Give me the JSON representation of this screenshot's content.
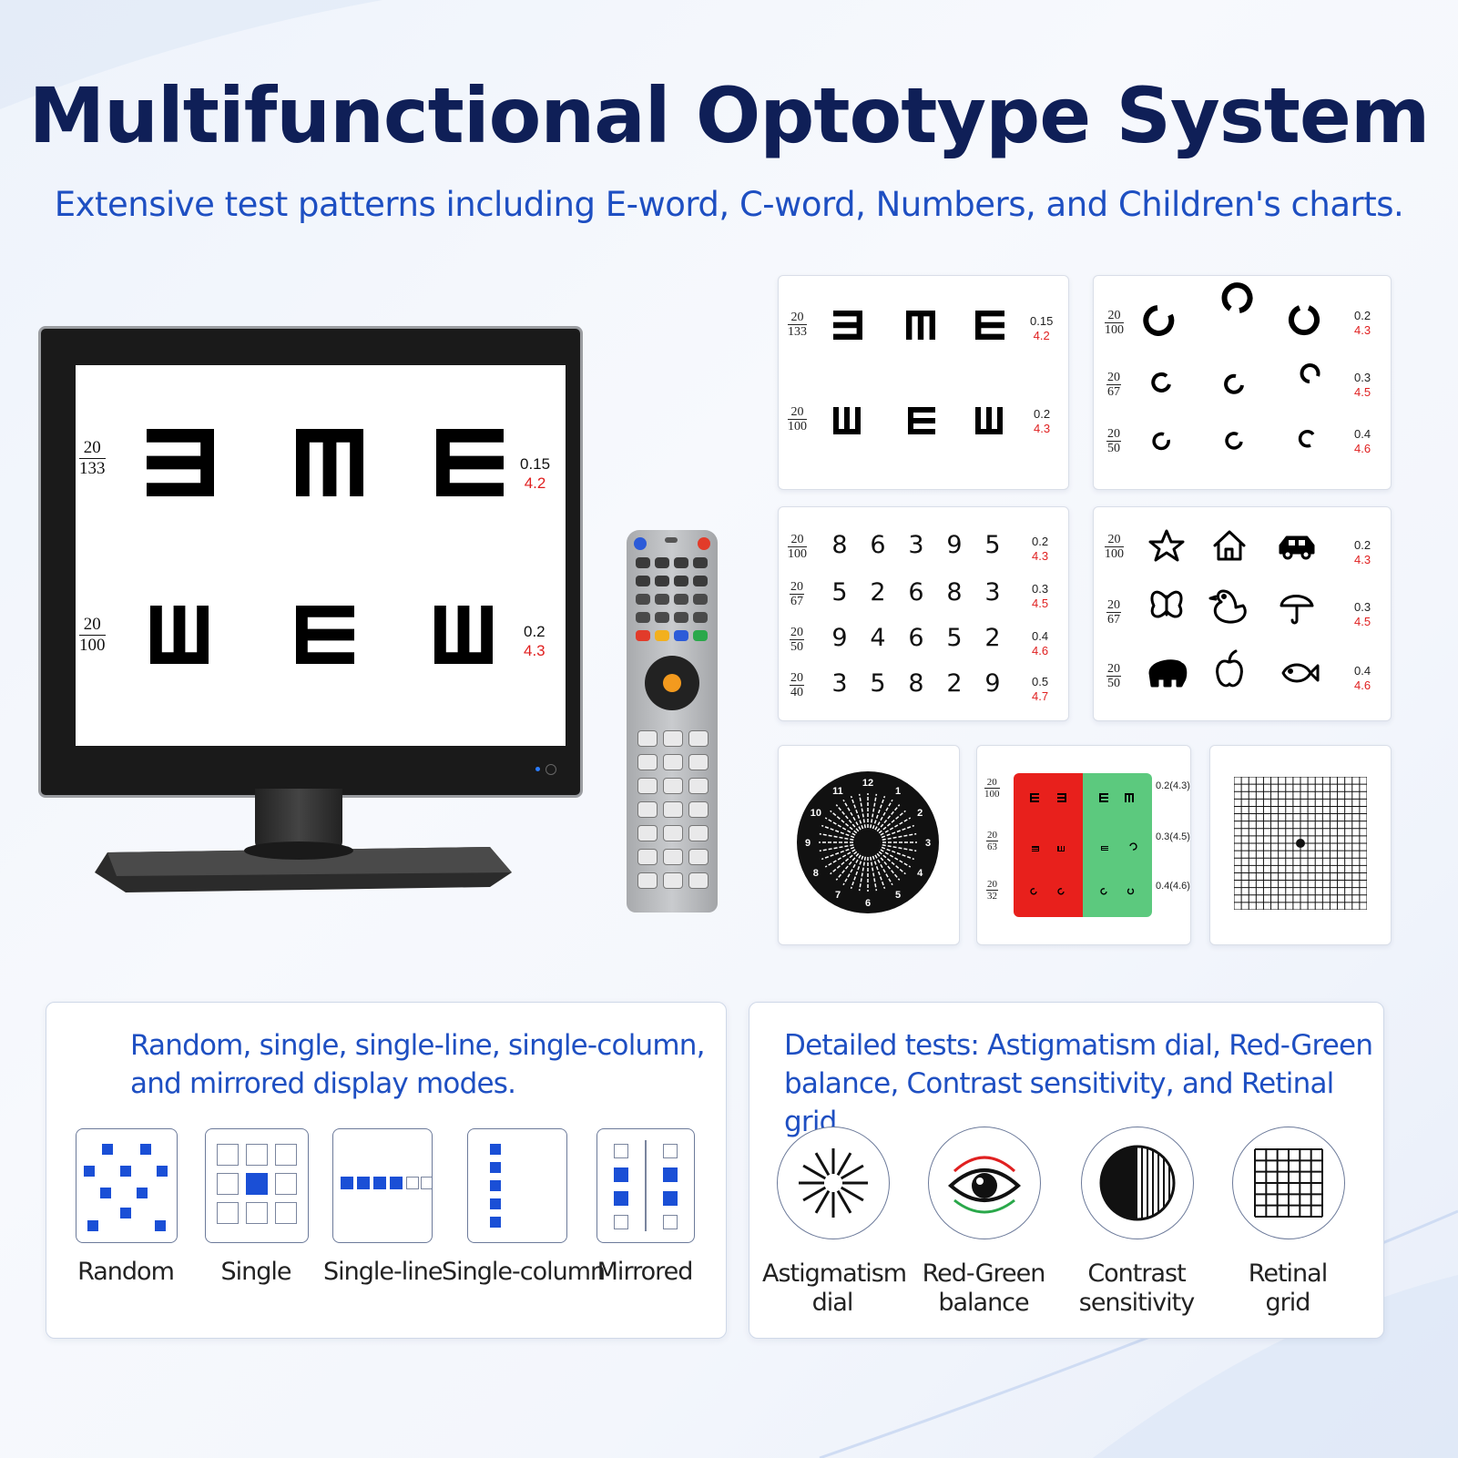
{
  "header": {
    "title": "Multifunctional Optotype System",
    "subtitle": "Extensive test patterns including E-word, C-word, Numbers, and Children's charts."
  },
  "monitor_chart": {
    "rows": [
      {
        "snellen_num": "20",
        "snellen_den": "133",
        "decimal": "0.15",
        "log": "4.2"
      },
      {
        "snellen_num": "20",
        "snellen_den": "100",
        "decimal": "0.2",
        "log": "4.3"
      }
    ]
  },
  "e_chart": {
    "rows": [
      {
        "snellen_num": "20",
        "snellen_den": "133",
        "decimal": "0.15",
        "log": "4.2"
      },
      {
        "snellen_num": "20",
        "snellen_den": "100",
        "decimal": "0.2",
        "log": "4.3"
      }
    ]
  },
  "c_chart": {
    "rows": [
      {
        "snellen_num": "20",
        "snellen_den": "100",
        "decimal": "0.2",
        "log": "4.3"
      },
      {
        "snellen_num": "20",
        "snellen_den": "67",
        "decimal": "0.3",
        "log": "4.5"
      },
      {
        "snellen_num": "20",
        "snellen_den": "50",
        "decimal": "0.4",
        "log": "4.6"
      }
    ]
  },
  "number_chart": {
    "rows": [
      {
        "snellen_num": "20",
        "snellen_den": "100",
        "decimal": "0.2",
        "log": "4.3",
        "digits": [
          "8",
          "6",
          "3",
          "9",
          "5"
        ]
      },
      {
        "snellen_num": "20",
        "snellen_den": "67",
        "decimal": "0.3",
        "log": "4.5",
        "digits": [
          "5",
          "2",
          "6",
          "8",
          "3"
        ]
      },
      {
        "snellen_num": "20",
        "snellen_den": "50",
        "decimal": "0.4",
        "log": "4.6",
        "digits": [
          "9",
          "4",
          "6",
          "5",
          "2"
        ]
      },
      {
        "snellen_num": "20",
        "snellen_den": "40",
        "decimal": "0.5",
        "log": "4.7",
        "digits": [
          "3",
          "5",
          "8",
          "2",
          "9"
        ]
      }
    ]
  },
  "children_chart": {
    "rows": [
      {
        "snellen_num": "20",
        "snellen_den": "100",
        "decimal": "0.2",
        "log": "4.3",
        "icons": [
          "star-icon",
          "house-icon",
          "car-icon"
        ]
      },
      {
        "snellen_num": "20",
        "snellen_den": "67",
        "decimal": "0.3",
        "log": "4.5",
        "icons": [
          "butterfly-icon",
          "duck-icon",
          "umbrella-icon"
        ]
      },
      {
        "snellen_num": "20",
        "snellen_den": "50",
        "decimal": "0.4",
        "log": "4.6",
        "icons": [
          "elephant-icon",
          "apple-icon",
          "fish-icon"
        ]
      }
    ]
  },
  "astig_dial": {
    "numbers": [
      "12",
      "1",
      "2",
      "3",
      "4",
      "5",
      "6",
      "7",
      "8",
      "9",
      "10",
      "11"
    ]
  },
  "red_green_chart": {
    "rows": [
      {
        "snellen_num": "20",
        "snellen_den": "100",
        "decimal": "0.2",
        "log": "(4.3)"
      },
      {
        "snellen_num": "20",
        "snellen_den": "63",
        "decimal": "0.3",
        "log": "(4.5)"
      },
      {
        "snellen_num": "20",
        "snellen_den": "32",
        "decimal": "0.4",
        "log": "(4.6)"
      }
    ],
    "red": "#e8201c",
    "green": "#5cc97e"
  },
  "display_modes": {
    "heading_line1": "Random, single, single-line, single-column,",
    "heading_line2": "and mirrored display modes.",
    "modes": [
      "Random",
      "Single",
      "Single-line",
      "Single-column",
      "Mirrored"
    ]
  },
  "detailed_tests": {
    "heading_line1": "Detailed tests: Astigmatism dial, Red-Green",
    "heading_line2": "balance, Contrast sensitivity, and Retinal grid.",
    "tests": [
      {
        "line1": "Astigmatism",
        "line2": "dial",
        "icon": "astigmatism-icon"
      },
      {
        "line1": "Red-Green",
        "line2": "balance",
        "icon": "eye-icon"
      },
      {
        "line1": "Contrast",
        "line2": "sensitivity",
        "icon": "contrast-icon"
      },
      {
        "line1": "Retinal",
        "line2": "grid",
        "icon": "grid-icon"
      }
    ]
  },
  "colors": {
    "title": "#0f1f57",
    "accent_blue": "#1e4fc2",
    "mode_square": "#1a4fd6",
    "log_red": "#e02020"
  }
}
